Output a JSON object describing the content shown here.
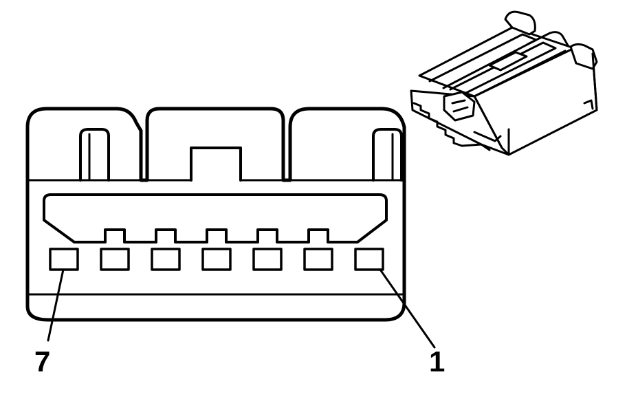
{
  "diagram": {
    "pin_labels": {
      "left": "7",
      "right": "1"
    },
    "pin_count": 7,
    "colors": {
      "line": "#000000",
      "background": "#ffffff"
    }
  }
}
